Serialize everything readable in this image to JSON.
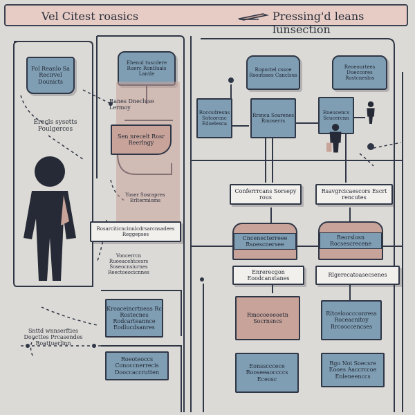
{
  "header": {
    "left_title": "Vel Citest roasics",
    "right_title": "Pressing'd leans lunsection"
  },
  "left_panel": {
    "folder_label": "Fol Reanlo Sa Recirvel Dounicts",
    "caption": "Erecls sysetts Poulgerces",
    "bottom_caption": "Snttd wnnserfties Doucttes Prcasendes Roattuerlinn"
  },
  "mid_column": {
    "top_cylinder": "Ehenul tuscdere Ruerc Rontluals Lantle",
    "side_note": "Ranes Dnecluse Lermoy",
    "paper_box": "Sen nrecelt Rosr Reerlngy",
    "scroll_note": "Yoser Sosrapres Erltermioms",
    "banner": "Rosarciticncinnlcdrsarcnsadees Reggepses",
    "list_notes": "Voncerrcn Ruoeacehtcesrs Soseocnsiurnes Reectoeocicnnes",
    "box_lower": "Kroaceincrtneas Rc Rostecnes Rodcarteannce Eodlucdsanres",
    "box_bottom": "Roeoteoccs Conoccnerrecis Dooccaccrutten"
  },
  "right_area": {
    "cyl_a": "Ropoctel cssoe Rsoutsses Canclsus",
    "cyl_b": "Reoeourtees Dueccores Rostcneslos",
    "small_a": "Roccsdresns Sotcorcnc Edoelesca",
    "small_b": "Rrsnca Soarenes Rmoserrs",
    "small_c": "Eneucencs Scucercnn",
    "label_a": "Conferrrcans Sorsepy rous",
    "label_b": "Rsavgrcicaescors Escrt rencutes",
    "rose_a": "Cncenecterreee Rsoescnersee",
    "rose_b": "Reorslosn Rocsescrecene",
    "label_c": "Enrerecgon Eoodcanstanes",
    "label_d": "Rlgerecatoasecsenes",
    "box_c": "Rmocoeeeoetn Socrnsncs",
    "box_d": "Rltcelooccconress Roceacnitoy Rrcooccencses",
    "box_e": "Eonsscccece Rooseeaoccccs Eceosc",
    "box_f": "Rgo Noi Soecsre Eooes Aaccrccoe Enleneenccs"
  },
  "colors": {
    "ink": "#2f3646",
    "teal": "#7f9eb3",
    "rose": "#c8a39a",
    "paper": "#f2f0ec",
    "background": "#dcdad6"
  }
}
